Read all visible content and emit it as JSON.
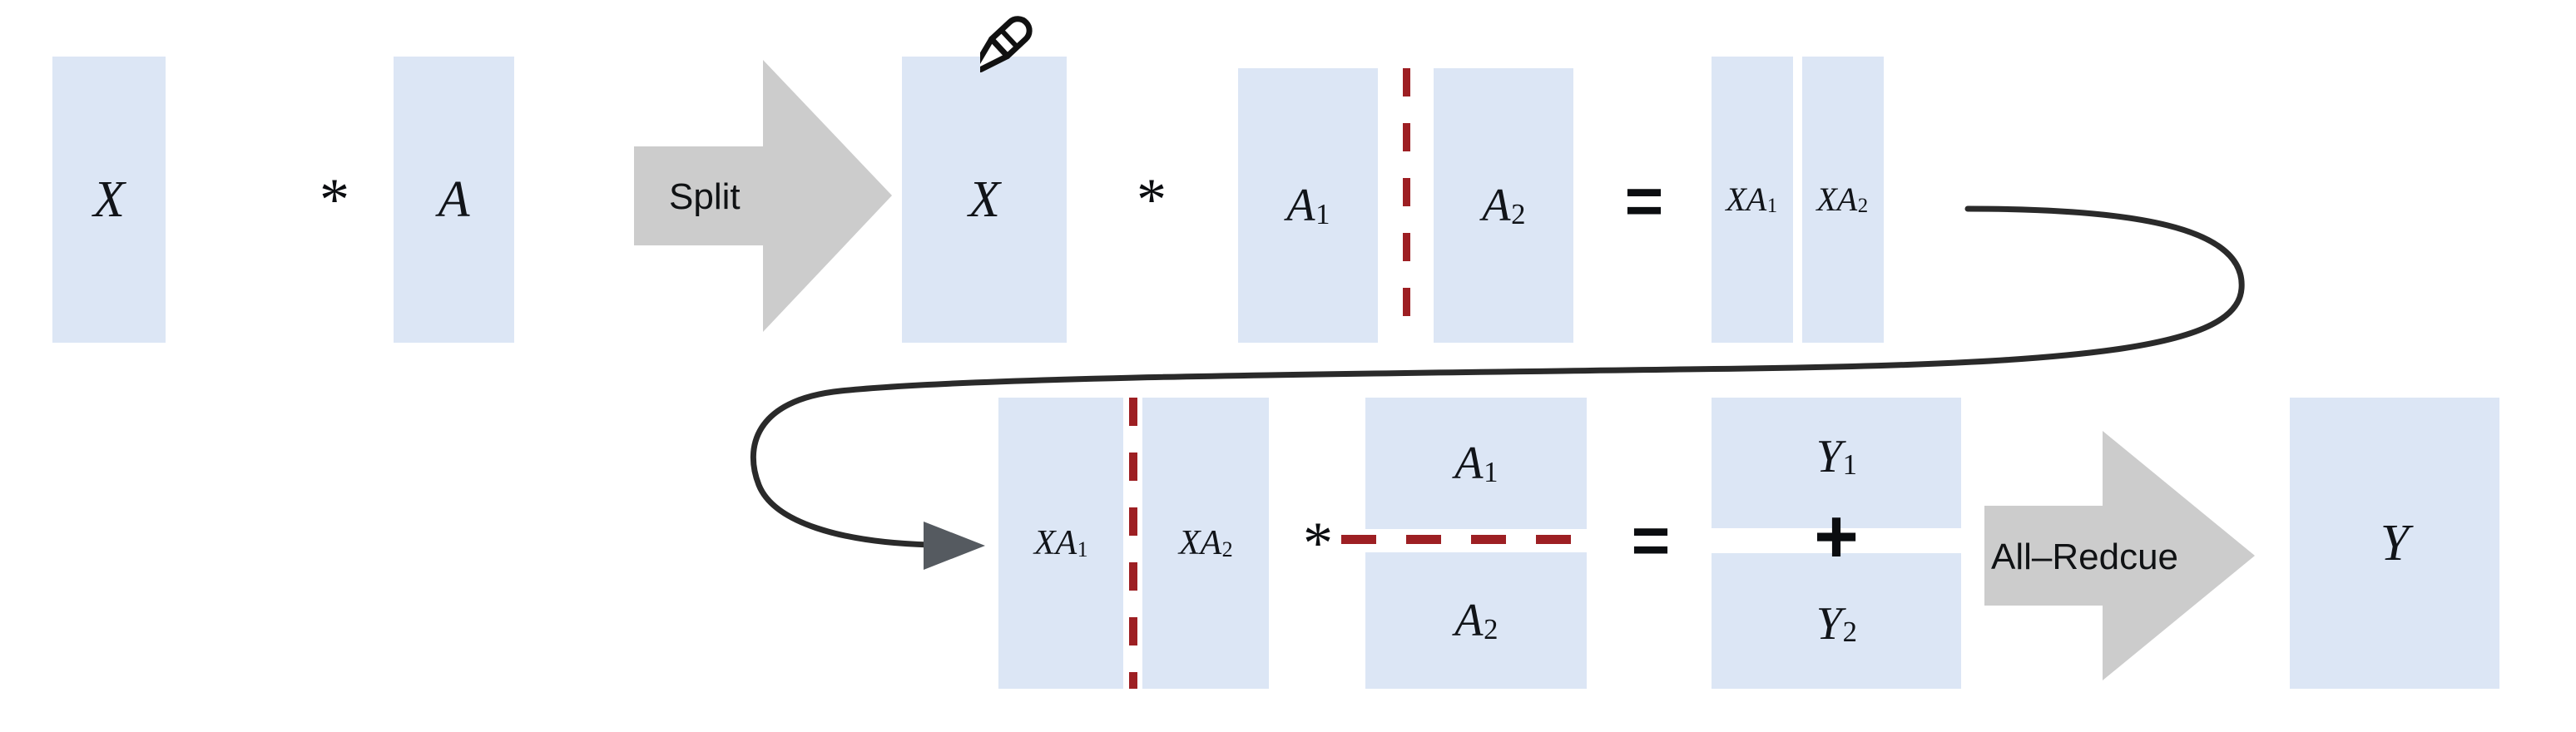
{
  "diagram": {
    "title": "Tensor-parallel column-then-row matrix multiplication with All-Reduce",
    "colors": {
      "box_fill": "#dce6f5",
      "split_line": "#9d1f23",
      "arrow_fill": "#cccccc",
      "curve_stroke": "#2a2a2a",
      "text": "#111419"
    },
    "row1": {
      "boxes": [
        {
          "id": "x-input",
          "label": "X"
        },
        {
          "id": "a-weight",
          "label": "A"
        },
        {
          "id": "x-split",
          "label": "X"
        },
        {
          "id": "a1-col",
          "label": "A",
          "sub": "1"
        },
        {
          "id": "a2-col",
          "label": "A",
          "sub": "2"
        },
        {
          "id": "xa1-top",
          "label": "XA",
          "sub": "1"
        },
        {
          "id": "xa2-top",
          "label": "XA",
          "sub": "2"
        }
      ],
      "operators": {
        "mult1": "*",
        "mult2": "*",
        "equals": "="
      },
      "split_arrow_label": "Split",
      "pencil_icon": "pencil-icon"
    },
    "row2": {
      "boxes": [
        {
          "id": "xa1-bottom",
          "label": "XA",
          "sub": "1"
        },
        {
          "id": "xa2-bottom",
          "label": "XA",
          "sub": "2"
        },
        {
          "id": "a1-row",
          "label": "A",
          "sub": "1"
        },
        {
          "id": "a2-row",
          "label": "A",
          "sub": "2"
        },
        {
          "id": "y1",
          "label": "Y",
          "sub": "1"
        },
        {
          "id": "y2",
          "label": "Y",
          "sub": "2"
        },
        {
          "id": "y-output",
          "label": "Y"
        }
      ],
      "operators": {
        "mult": "*",
        "equals": "=",
        "plus": "+"
      },
      "allreduce_arrow_label": "All–Redcue",
      "feedback_arrow": "curved-feedback-arrow"
    }
  }
}
